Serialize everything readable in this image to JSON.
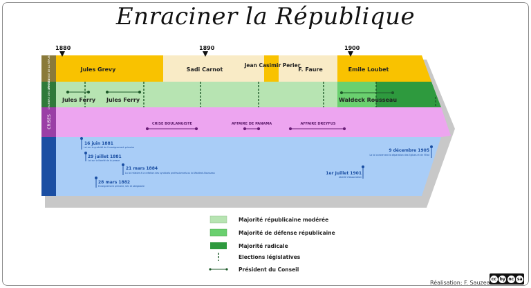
{
  "title": "Enraciner la République",
  "years": [
    "1880",
    "1890",
    "1900"
  ],
  "rows": {
    "presidents": "PRÉSIDENCE DE LA RÉPUBLIQUE",
    "chambre": "CHAMBRE DES DÉPUTÉS",
    "crises": "CRISES"
  },
  "presidents": [
    "Jules Grevy",
    "Sadi Carnot",
    "Jean Casimir Perier",
    "F. Faure",
    "Emile Loubet"
  ],
  "council": [
    "Jules Ferry",
    "Jules Ferry",
    "Waldeck Rousseau"
  ],
  "crises": [
    "CRISE BOULANGISTE",
    "AFFAIRE DE PANAMA",
    "AFFAIRE DREYFUS"
  ],
  "laws": [
    {
      "date": "16 juin 1881",
      "text": "Loi sur la gratuité de l'enseignement primaire"
    },
    {
      "date": "29 juillet 1881",
      "text": "Loi sur la liberté de la presse"
    },
    {
      "date": "21 mars 1884",
      "text": "La loi relative à la création des syndicats professionnels ou loi Waldeck-Rousseau"
    },
    {
      "date": "28 mars 1882",
      "text": "Enseignement primaire, laïc et obligatoire"
    },
    {
      "date": "1er Juillet 1901",
      "text": "Liberté d'Association"
    },
    {
      "date": "9 décembre 1905",
      "text": "La loi concernant la séparation des Eglises et de l'Etat"
    }
  ],
  "legend": [
    {
      "label": "Majorité républicaine modérée",
      "color": "#b7e4b2"
    },
    {
      "label": "Majorité de défense républicaine",
      "color": "#6ad06f"
    },
    {
      "label": "Majorité radicale",
      "color": "#2e9a3e"
    },
    {
      "label": "Elections législatives",
      "color": "#1e5a2a"
    },
    {
      "label": "Président du Conseil",
      "color": "#1e5a2a"
    }
  ],
  "credit": "Réalisation: F. Sauzeau",
  "cc_icons": [
    "cc",
    "by",
    "nc",
    "sa"
  ]
}
